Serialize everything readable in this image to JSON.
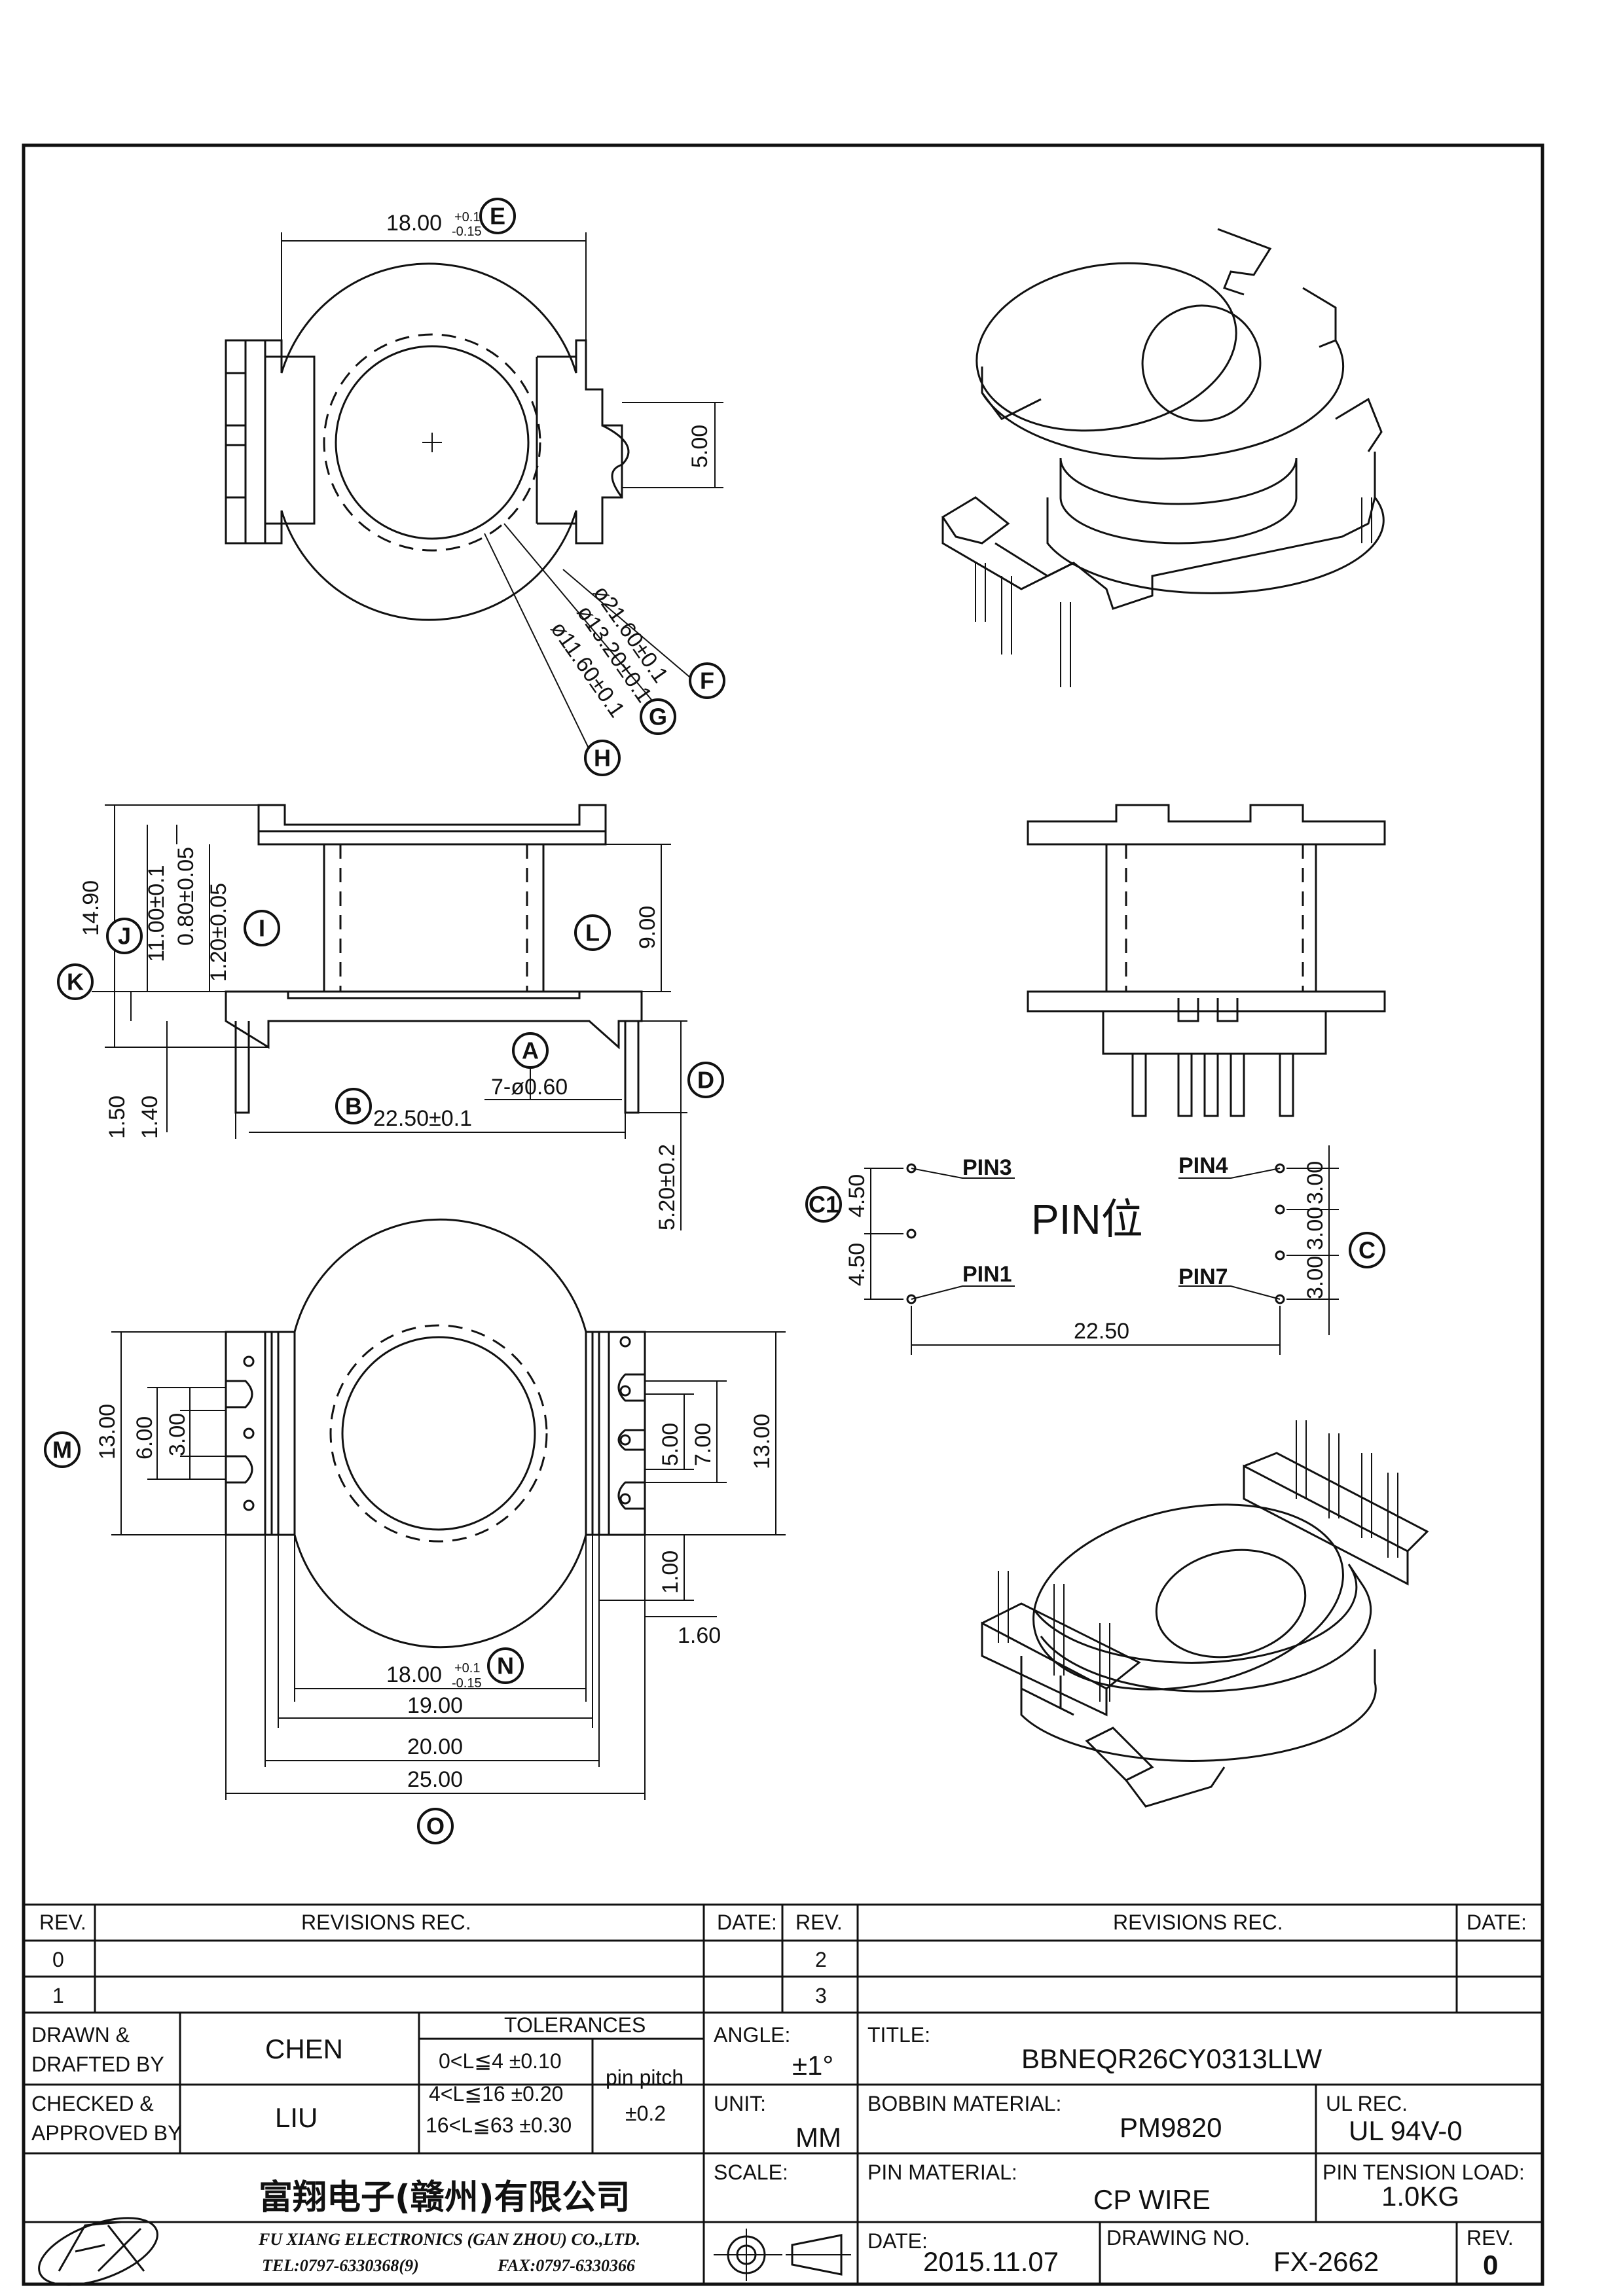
{
  "views": {
    "top": {
      "width_label": "18.00",
      "width_tol_plus": "+0.1",
      "width_tol_minus": "-0.15",
      "slot_label": "5.00",
      "dia_outer": "ø21.60±0.1",
      "dia_mid": "ø13.20±0.1",
      "dia_inner": "ø11.60±0.1",
      "callouts": [
        "E",
        "F",
        "G",
        "H"
      ]
    },
    "side": {
      "dims": {
        "k": "14.90",
        "j": "11.00±0.1",
        "flange_top": "0.80±0.05",
        "flange_bot": "1.20±0.05",
        "winding": "9.00",
        "pin_dia": "7-ø0.60",
        "pin_span": "22.50±0.1",
        "pin_len": "5.20±0.2",
        "h150": "1.50",
        "h140": "1.40"
      },
      "callouts": [
        "K",
        "J",
        "I",
        "L",
        "A",
        "B",
        "D"
      ]
    },
    "pins": {
      "title": "PIN位",
      "pin_labels": [
        "PIN3",
        "PIN4",
        "PIN1",
        "PIN7"
      ],
      "left_dims": [
        "4.50",
        "4.50"
      ],
      "right_dims": [
        "3.00",
        "3.00",
        "3.00"
      ],
      "span": "22.50",
      "callouts": [
        "C1",
        "C"
      ]
    },
    "bottom": {
      "dims": {
        "m": "13.00",
        "left6": "6.00",
        "left3": "3.00",
        "r5": "5.00",
        "r7": "7.00",
        "r13": "13.00",
        "d100": "1.00",
        "d160": "1.60",
        "n": "18.00",
        "n_tol_plus": "+0.1",
        "n_tol_minus": "-0.15",
        "w19": "19.00",
        "w20": "20.00",
        "w25": "25.00"
      },
      "callouts": [
        "M",
        "N",
        "O"
      ]
    }
  },
  "title_block": {
    "rev_header": "REV.",
    "revisions_header": "REVISIONS   REC.",
    "date_header": "DATE:",
    "rev_values": [
      "0",
      "1",
      "2",
      "3"
    ],
    "drawn_label_1": "DRAWN &",
    "drawn_label_2": "DRAFTED BY",
    "drawn_value": "CHEN",
    "checked_label_1": "CHECKED &",
    "checked_label_2": "APPROVED BY",
    "checked_value": "LIU",
    "tolerances_header": "TOLERANCES",
    "tol_rows": [
      "0<L≦4   ±0.10",
      "4<L≦16  ±0.20",
      "16<L≦63  ±0.30"
    ],
    "pin_pitch_label": "pin pitch",
    "pin_pitch_value": "±0.2",
    "angle_label": "ANGLE:",
    "angle_value": "±1°",
    "unit_label": "UNIT:",
    "unit_value": "MM",
    "scale_label": "SCALE:",
    "title_label": "TITLE:",
    "title_value": "BBNEQR26CY0313LLW",
    "bobbin_label": "BOBBIN MATERIAL:",
    "bobbin_value": "PM9820",
    "ul_label": "UL REC.",
    "ul_value": "UL 94V-0",
    "pin_material_label": "PIN MATERIAL:",
    "pin_material_value": "CP WIRE",
    "tension_label": "PIN TENSION LOAD:",
    "tension_value": "1.0KG",
    "date_label": "DATE:",
    "date_value": "2015.11.07",
    "drawing_no_label": "DRAWING NO.",
    "drawing_no_value": "FX-2662",
    "rev_label": "REV.",
    "rev_value": "0",
    "company_cn": "富翔电子(赣州)有限公司",
    "company_en": "FU XIANG ELECTRONICS (GAN ZHOU) CO.,LTD.",
    "tel": "TEL:0797-6330368(9)",
    "fax": "FAX:0797-6330366"
  }
}
